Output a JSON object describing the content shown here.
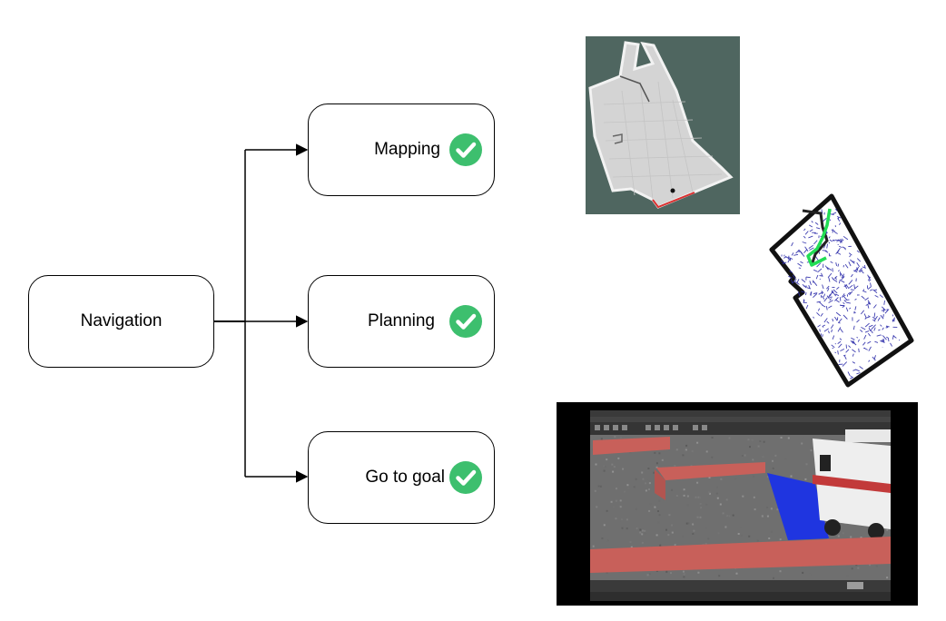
{
  "diagram": {
    "root": {
      "label": "Navigation"
    },
    "tasks": [
      {
        "label": "Mapping",
        "status": "done",
        "icon": "check-circle-icon"
      },
      {
        "label": "Planning",
        "status": "done",
        "icon": "check-circle-icon"
      },
      {
        "label": "Go to goal",
        "status": "done",
        "icon": "check-circle-icon"
      }
    ],
    "colors": {
      "check_fill": "#3dbf6e",
      "stroke": "#000000",
      "map_bg": "#4f6660",
      "map_floor": "#d4d4d4",
      "rrt_tree": "#2a2aa8",
      "rrt_path": "#22dd55",
      "sim_floor": "#6f6f6f",
      "sim_wall": "#c8605a",
      "sim_goal": "#1f35e0"
    }
  },
  "screenshots": [
    {
      "name": "occupancy-map",
      "icon": "map-image"
    },
    {
      "name": "rrt-planner-tree",
      "icon": "planner-image"
    },
    {
      "name": "gazebo-simulation",
      "icon": "simulator-image"
    }
  ]
}
